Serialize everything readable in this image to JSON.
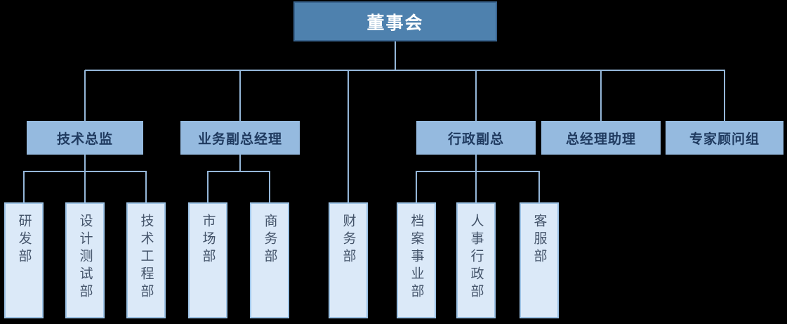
{
  "nodes": {
    "root": {
      "label": "董事会"
    },
    "l2": [
      {
        "label": "技术总监"
      },
      {
        "label": "业务副总经理"
      },
      {
        "label": "行政副总"
      },
      {
        "label": "总经理助理"
      },
      {
        "label": "专家顾问组"
      }
    ],
    "l3": [
      {
        "label": "研发部"
      },
      {
        "label": "设计测试部"
      },
      {
        "label": "技术工程部"
      },
      {
        "label": "市场部"
      },
      {
        "label": "商务部"
      },
      {
        "label": "财务部"
      },
      {
        "label": "档案事业部"
      },
      {
        "label": "人事行政部"
      },
      {
        "label": "客服部"
      }
    ]
  },
  "hierarchy": {
    "董事会": [
      "技术总监",
      "业务副总经理",
      "财务部",
      "行政副总",
      "总经理助理",
      "专家顾问组"
    ],
    "技术总监": [
      "研发部",
      "设计测试部",
      "技术工程部"
    ],
    "业务副总经理": [
      "市场部",
      "商务部"
    ],
    "行政副总": [
      "档案事业部",
      "人事行政部",
      "客服部"
    ]
  },
  "colors": {
    "background": "#000000",
    "connector": "#95B7D9",
    "root_fill": "#4E81AE",
    "root_border": "#39648F",
    "root_text": "#FFFFFF",
    "l2_fill": "#95BADF",
    "l2_text": "#1F3A5F",
    "l3_fill": "#DBE9F8",
    "l3_border": "#9DC3E6",
    "l3_text": "#44546A"
  }
}
